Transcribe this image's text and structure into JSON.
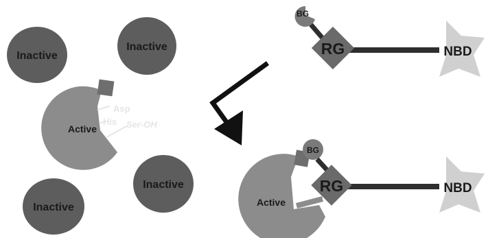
{
  "colors": {
    "inactive_enzyme": "#5d5d5d",
    "active_enzyme": "#8c8c8c",
    "pocket_square": "#6e6e6e",
    "rg_diamond": "#6a6a6a",
    "bg_circle": "#7a7a7a",
    "linker": "#2e2e2e",
    "nbd_star": "#d0d0d0",
    "arrow": "#111111",
    "residue_label": "#e6e6e6",
    "label_text": "#1a1a1a"
  },
  "inactive_enzymes": [
    {
      "label": "Inactive"
    },
    {
      "label": "Inactive"
    },
    {
      "label": "Inactive"
    },
    {
      "label": "Inactive"
    }
  ],
  "active_enzyme_free": {
    "label": "Active",
    "residues": [
      "Asp",
      "His",
      "Ser-OH"
    ]
  },
  "probe_free": {
    "bg_label": "BG",
    "rg_label": "RG",
    "nbd_label": "NBD"
  },
  "complex": {
    "active_label": "Active",
    "bg_label": "BG",
    "rg_label": "RG",
    "nbd_label": "NBD"
  }
}
